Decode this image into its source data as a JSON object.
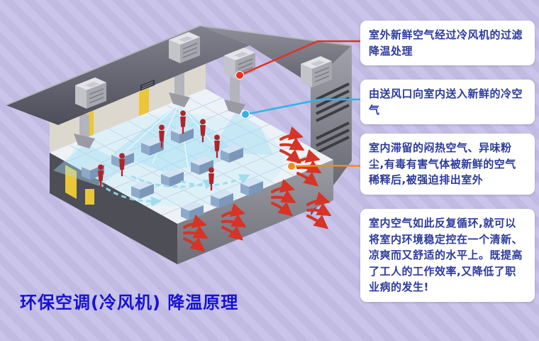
{
  "title": "环保空调(冷风机) 降温原理",
  "callouts": [
    {
      "text": "室外新鲜空气经过冷风机的过滤降温处理",
      "connector_color": "#e03226"
    },
    {
      "text": "由送风口向室内送入新鲜的冷空气",
      "connector_color": "#2fb4e4"
    },
    {
      "text": "室内滞留的闷热空气、异味粉尘,有毒有害气体被新鲜的空气稀释后,被强迫排出室外",
      "connector_color": "#f08c1e"
    },
    {
      "text": "室内空气如此反复循环,就可以将室内环境稳定控在一个清新、凉爽而又舒适的水平上。既提高了工人的工作效率,又降低了职业病的发生!"
    }
  ],
  "colors": {
    "background": "#c5bfe5",
    "stripe": "#cdc7ec",
    "callout_background": "#ffffff",
    "callout_text": "#2b3a9e",
    "title": "#1512d6",
    "connector_red": "#e03226",
    "connector_cyan": "#2fb4e4",
    "connector_orange": "#f08c1e",
    "fresh_air": "#a5def4",
    "exhaust_arrow": "#d63426",
    "worker": "#b0242b",
    "door": "#e9c737"
  }
}
